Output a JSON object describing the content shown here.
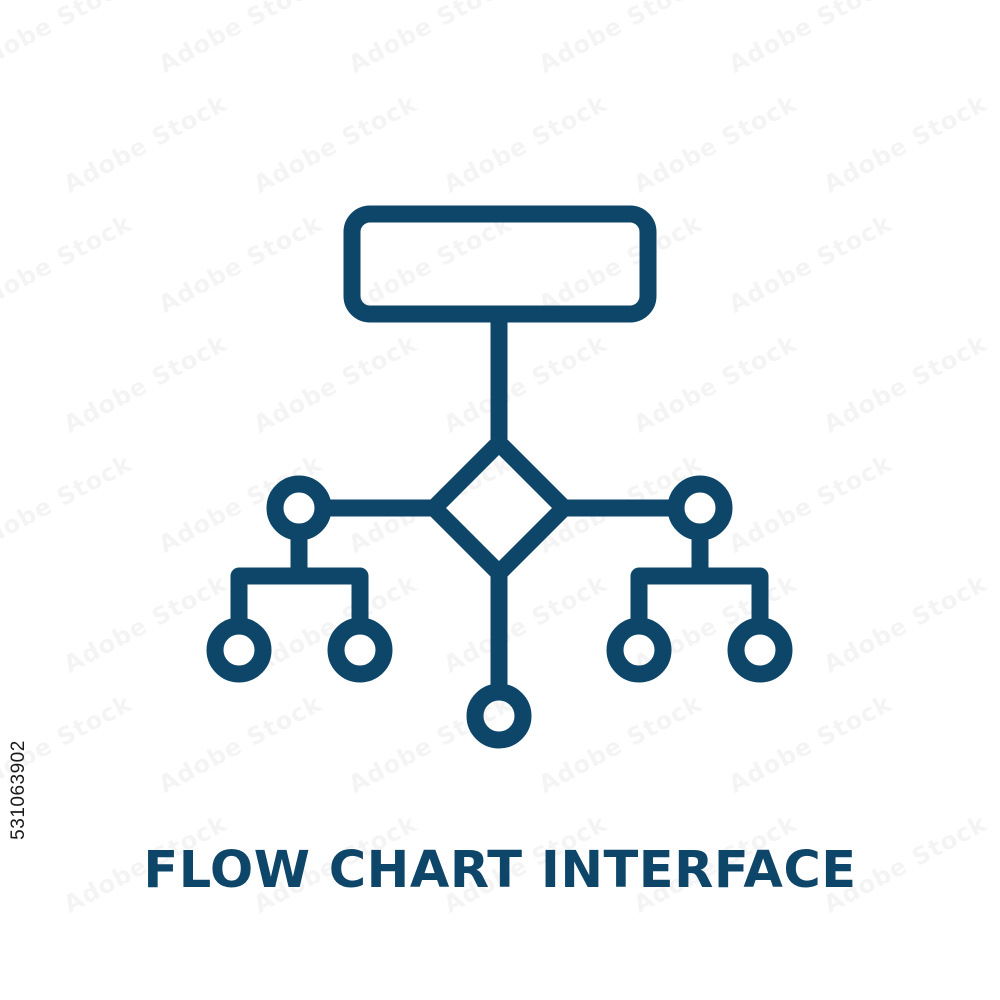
{
  "colors": {
    "icon_stroke": "#0e4669",
    "caption": "#0e4669",
    "background": "#ffffff"
  },
  "icon": {
    "name": "flow-chart-interface-icon"
  },
  "caption": {
    "text": "FLOW CHART INTERFACE"
  },
  "stock_id": "531063902",
  "watermark": {
    "text": "Adobe Stock"
  }
}
